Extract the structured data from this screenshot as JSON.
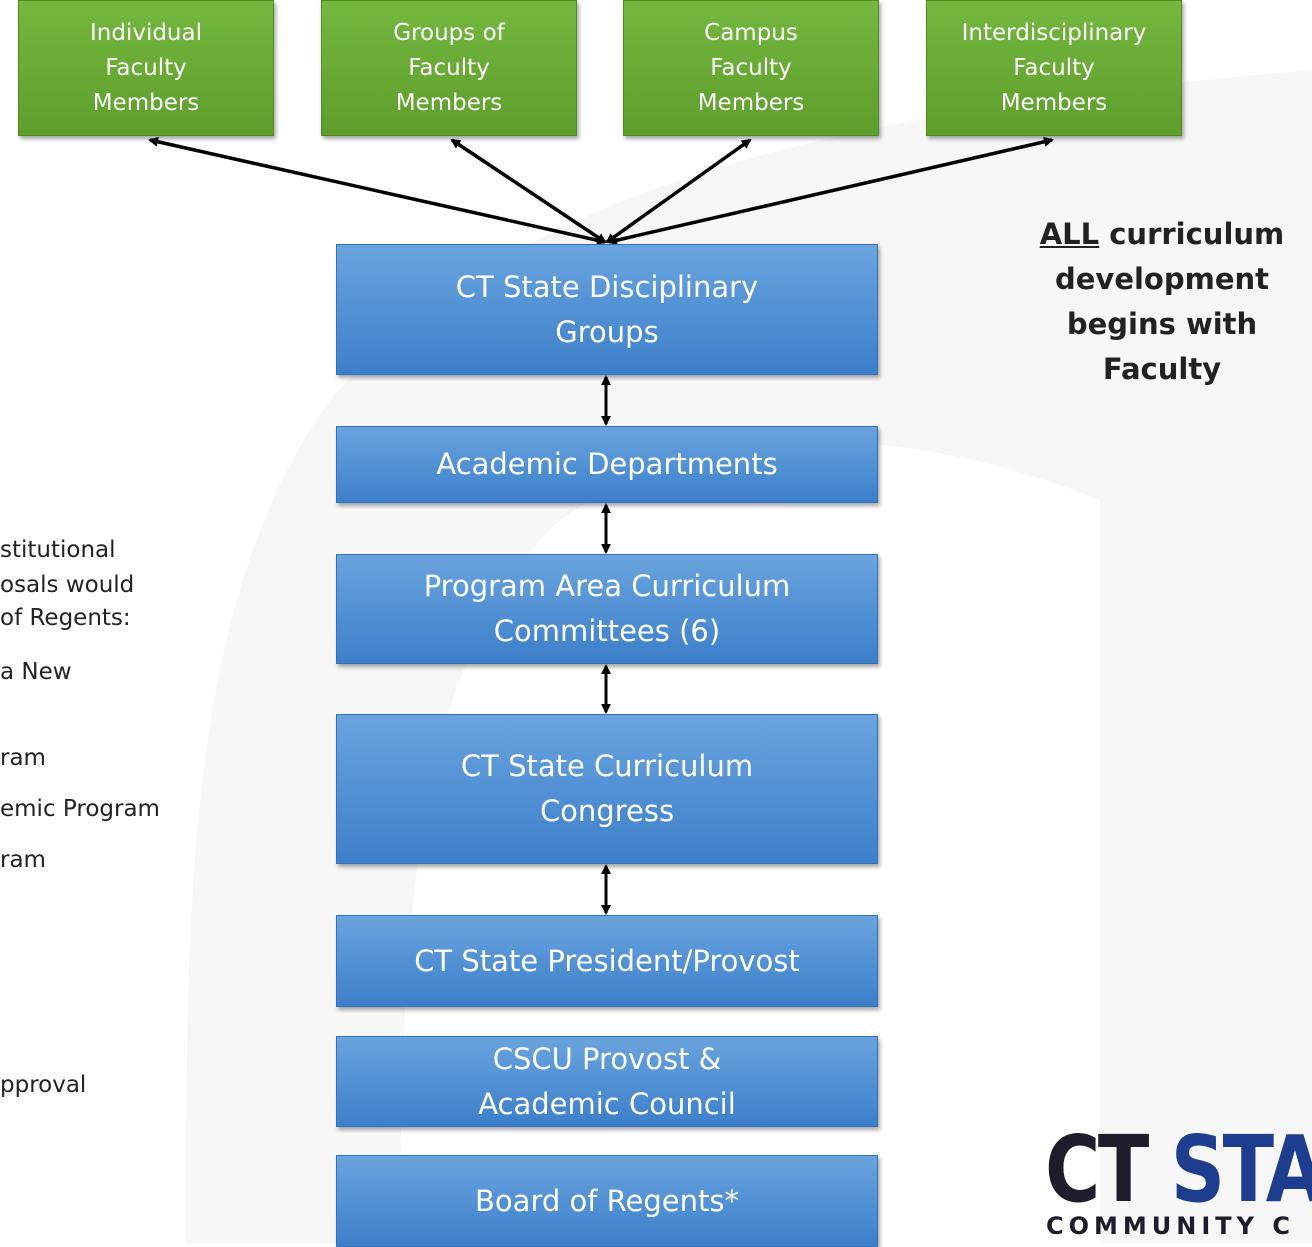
{
  "faculty_boxes": [
    {
      "lines": [
        "Individual",
        "Faculty",
        "Members"
      ]
    },
    {
      "lines": [
        "Groups of",
        "Faculty",
        "Members"
      ]
    },
    {
      "lines": [
        "Campus",
        "Faculty",
        "Members"
      ]
    },
    {
      "lines": [
        "Interdisciplinary",
        "Faculty",
        "Members"
      ]
    }
  ],
  "flow_boxes": [
    {
      "lines": [
        "CT State Disciplinary",
        "Groups"
      ]
    },
    {
      "lines": [
        "Academic Departments"
      ]
    },
    {
      "lines": [
        "Program Area Curriculum",
        "Committees (6)"
      ]
    },
    {
      "lines": [
        "CT State Curriculum",
        "Congress"
      ]
    },
    {
      "lines": [
        "CT State President/Provost"
      ]
    },
    {
      "lines": [
        "CSCU Provost &",
        "Academic Council"
      ]
    },
    {
      "lines": [
        "Board of Regents*"
      ]
    }
  ],
  "side_note": {
    "underlined": "ALL",
    "rest_line1": " curriculum",
    "line2": "development",
    "line3": "begins with",
    "line4": "Faculty"
  },
  "left_fragments": [
    "stitutional",
    "osals would",
    "of Regents:",
    "a New",
    "ram",
    "emic Program",
    "ram",
    "pproval"
  ],
  "logo": {
    "main_ct": "CT",
    "main_st": "STA",
    "sub": "COMMUNITY C"
  },
  "colors": {
    "green": "#5e9e2c",
    "blue": "#3c7fca",
    "logo_navy": "#1e3d8f"
  }
}
